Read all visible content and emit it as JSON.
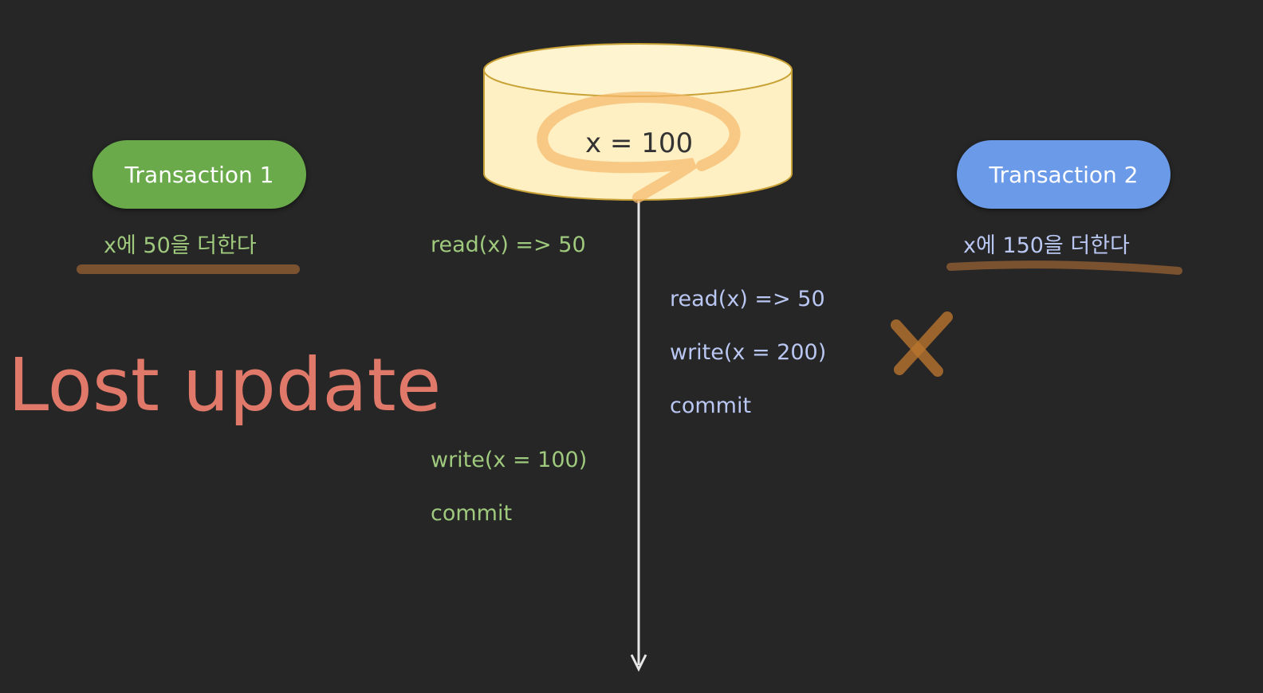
{
  "database": {
    "value_label": "x = 100"
  },
  "transaction1": {
    "label": "Transaction 1",
    "description": "x에 50을 더한다",
    "color": "#6aaa4b",
    "steps": [
      "read(x) => 50",
      "write(x = 100)",
      "commit"
    ]
  },
  "transaction2": {
    "label": "Transaction 2",
    "description": "x에 150을 더한다",
    "color": "#6b9be8",
    "steps": [
      "read(x) => 50",
      "write(x = 200)",
      "commit"
    ]
  },
  "title": "Lost update",
  "colors": {
    "background": "#262626",
    "title": "#e0796a",
    "db_fill": "#fff0c4",
    "highlight": "#f5b86a",
    "underline": "#7a5230"
  }
}
